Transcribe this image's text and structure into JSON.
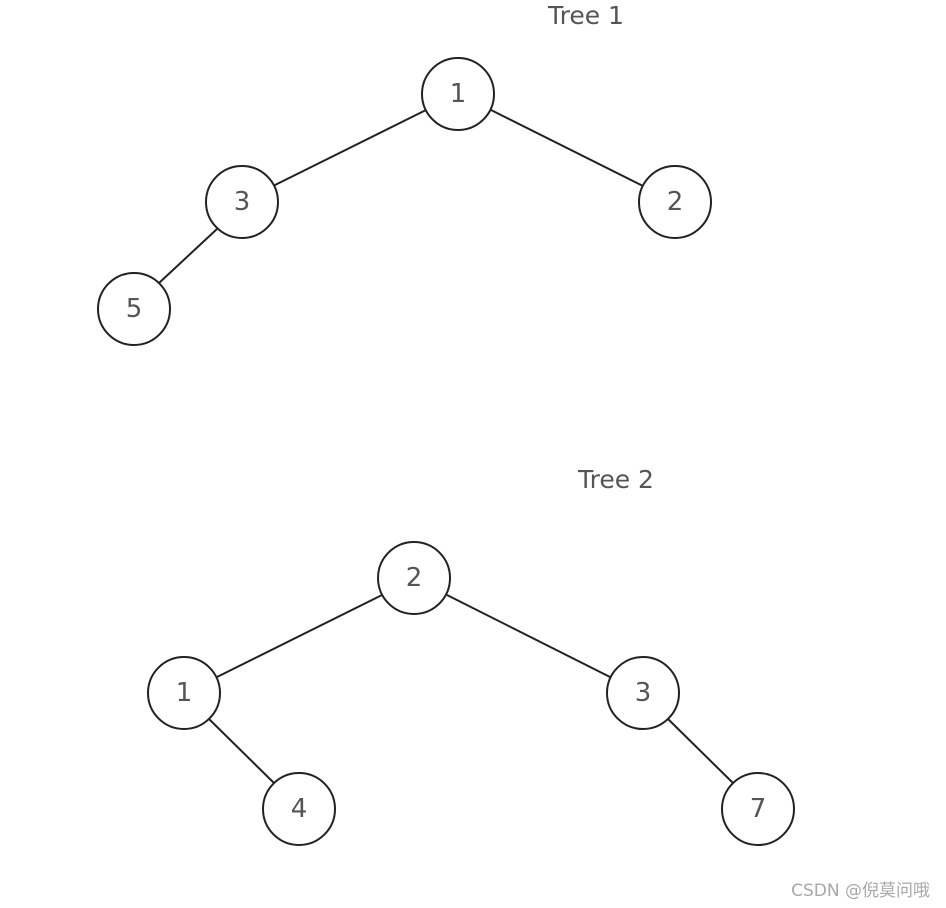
{
  "trees": [
    {
      "title": "Tree 1",
      "nodes": [
        {
          "id": "t1-root",
          "label": "1"
        },
        {
          "id": "t1-left",
          "label": "3"
        },
        {
          "id": "t1-right",
          "label": "2"
        },
        {
          "id": "t1-left-left",
          "label": "5"
        }
      ],
      "edges": [
        [
          "t1-root",
          "t1-left"
        ],
        [
          "t1-root",
          "t1-right"
        ],
        [
          "t1-left",
          "t1-left-left"
        ]
      ]
    },
    {
      "title": "Tree 2",
      "nodes": [
        {
          "id": "t2-root",
          "label": "2"
        },
        {
          "id": "t2-left",
          "label": "1"
        },
        {
          "id": "t2-right",
          "label": "3"
        },
        {
          "id": "t2-left-right",
          "label": "4"
        },
        {
          "id": "t2-right-right",
          "label": "7"
        }
      ],
      "edges": [
        [
          "t2-root",
          "t2-left"
        ],
        [
          "t2-root",
          "t2-right"
        ],
        [
          "t2-left",
          "t2-left-right"
        ],
        [
          "t2-right",
          "t2-right-right"
        ]
      ]
    }
  ],
  "watermark": "CSDN @倪莫问哦",
  "colors": {
    "stroke": "#222222",
    "text": "#555555",
    "watermark": "#a8a8a8",
    "background": "#ffffff"
  }
}
